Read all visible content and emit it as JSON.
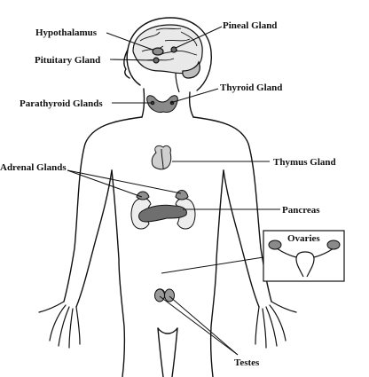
{
  "labels": {
    "hypothalamus": "Hypothalamus",
    "pineal": "Pineal Gland",
    "pituitary": "Pituitary Gland",
    "thyroid": "Thyroid Gland",
    "parathyroid": "Parathyroid Glands",
    "thymus": "Thymus Gland",
    "adrenal": "Adrenal Glands",
    "pancreas": "Pancreas",
    "ovaries": "Ovaries",
    "testes": "Testes"
  },
  "colors": {
    "ink": "#111111",
    "gland_fill": "#9a9a9a",
    "gland_dark": "#6a6a6a",
    "background": "#ffffff"
  }
}
